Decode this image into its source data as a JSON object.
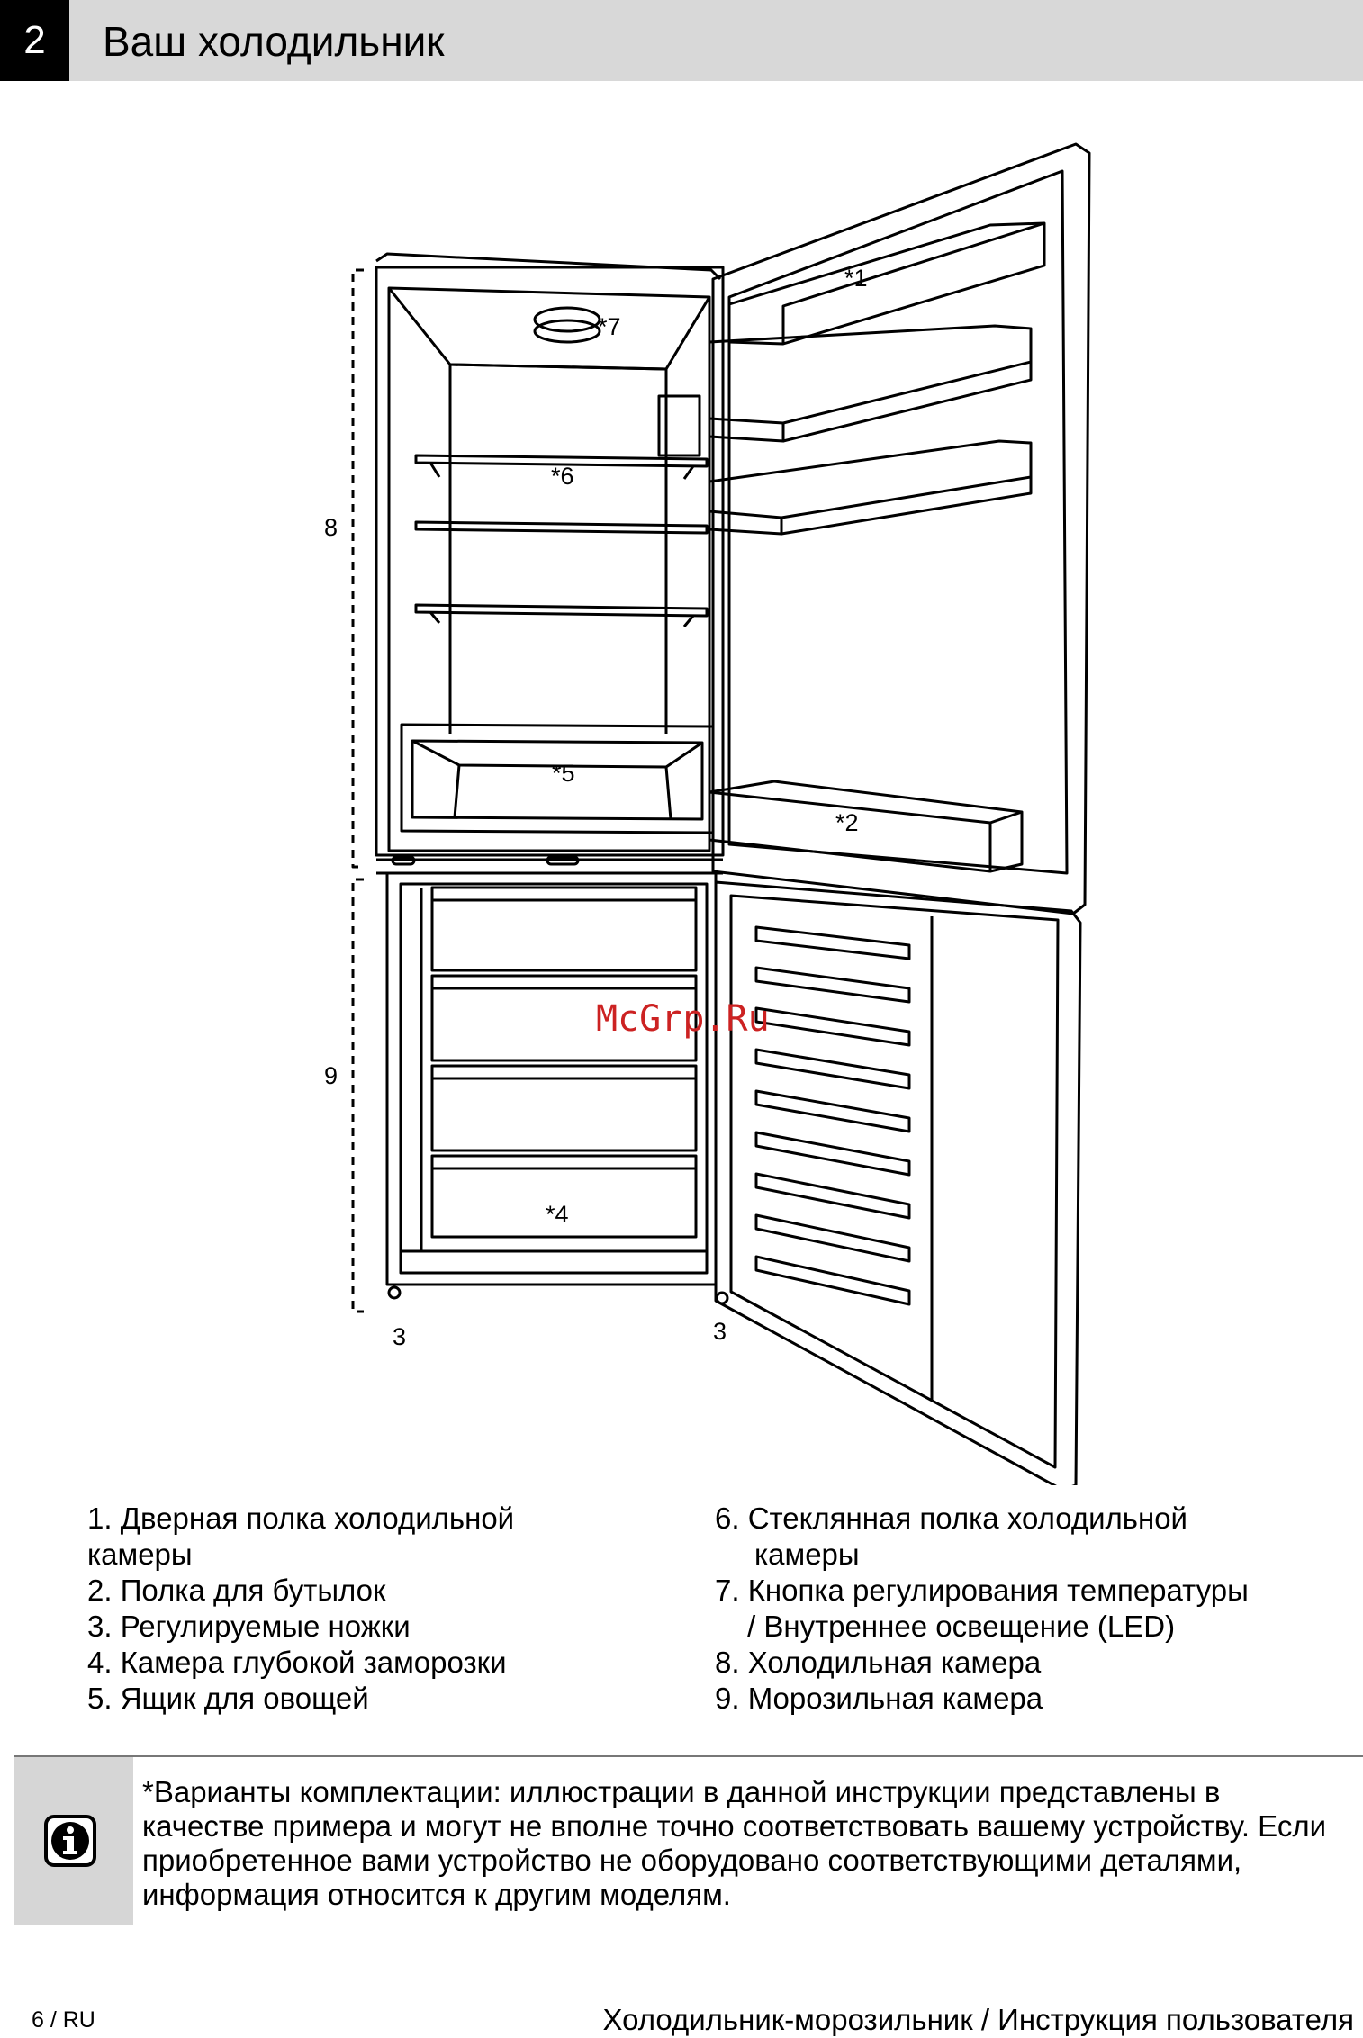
{
  "header": {
    "chapter_number": "2",
    "title": "Ваш холодильник"
  },
  "diagram": {
    "callouts": {
      "door_shelf": "*1",
      "bottle_shelf": "*2",
      "feet_left": "3",
      "feet_right": "3",
      "freezer_drawer": "*4",
      "crisper": "*5",
      "glass_shelf": "*6",
      "thermostat": "*7",
      "fridge_section": "8",
      "freezer_section": "9"
    },
    "watermark": "McGrp.Ru"
  },
  "legend": {
    "left": [
      {
        "line1": "1. Дверная полка холодильной",
        "line2": "камеры"
      },
      {
        "line1": "2. Полка для бутылок"
      },
      {
        "line1": "3. Регулируемые ножки"
      },
      {
        "line1": "4. Камера глубокой заморозки"
      },
      {
        "line1": "5. Ящик для овощей"
      }
    ],
    "right": [
      {
        "line1": "6. Стеклянная полка холодильной",
        "line2": "камеры"
      },
      {
        "line1": "7. Кнопка регулирования температуры",
        "line2": "/ Внутреннее освещение (LED)"
      },
      {
        "line1": "8. Холодильная камера"
      },
      {
        "line1": "9. Морозильная камера"
      }
    ]
  },
  "note": {
    "icon": "info-icon",
    "text": "*Варианты комплектации: иллюстрации в данной инструкции представлены в качестве примера и могут не вполне точно соответствовать вашему устройству. Если приобретенное вами устройство не оборудовано соответствующими деталями, информация относится к другим моделям."
  },
  "footer": {
    "page": "6 / RU",
    "title": "Холодильник-морозильник / Инструкция пользователя"
  }
}
